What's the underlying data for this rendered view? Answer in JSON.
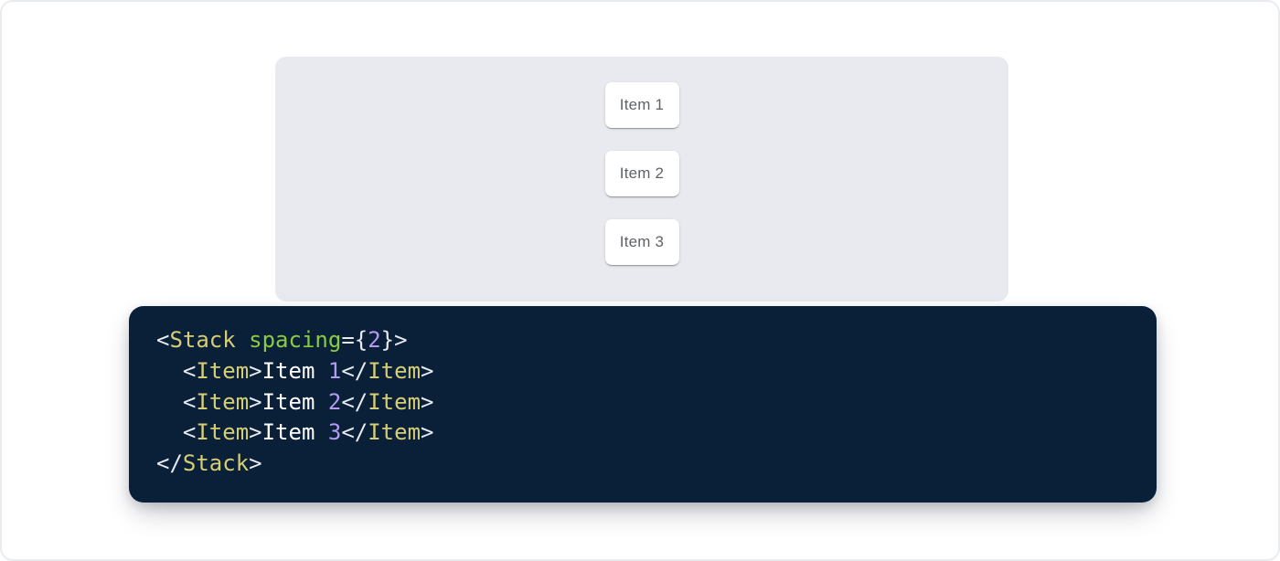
{
  "page": {
    "background": "#ffffff",
    "frame_border_color": "#e9ecef"
  },
  "demo_panel": {
    "background": "#e8eaf0",
    "item_text_color": "#5f6368",
    "items": [
      {
        "label": "Item 1"
      },
      {
        "label": "Item 2"
      },
      {
        "label": "Item 3"
      }
    ]
  },
  "code_block": {
    "background": "#0a1f38",
    "token_colors": {
      "tag": "#d5ce73",
      "attr_name": "#8bcb43",
      "number": "#b29bf0",
      "punctuation": "#e7ebf0",
      "plain": "#ffffff"
    },
    "code_text": "<Stack spacing={2}>\n  <Item>Item 1</Item>\n  <Item>Item 2</Item>\n  <Item>Item 3</Item>\n</Stack>",
    "lines": [
      [
        {
          "type": "punctuation",
          "text": "<"
        },
        {
          "type": "tag",
          "text": "Stack"
        },
        {
          "type": "plain",
          "text": " "
        },
        {
          "type": "attr_name",
          "text": "spacing"
        },
        {
          "type": "punctuation",
          "text": "={"
        },
        {
          "type": "number",
          "text": "2"
        },
        {
          "type": "punctuation",
          "text": "}>"
        }
      ],
      [
        {
          "type": "plain",
          "text": "  "
        },
        {
          "type": "punctuation",
          "text": "<"
        },
        {
          "type": "tag",
          "text": "Item"
        },
        {
          "type": "punctuation",
          "text": ">"
        },
        {
          "type": "plain",
          "text": "Item "
        },
        {
          "type": "number",
          "text": "1"
        },
        {
          "type": "punctuation",
          "text": "</"
        },
        {
          "type": "tag",
          "text": "Item"
        },
        {
          "type": "punctuation",
          "text": ">"
        }
      ],
      [
        {
          "type": "plain",
          "text": "  "
        },
        {
          "type": "punctuation",
          "text": "<"
        },
        {
          "type": "tag",
          "text": "Item"
        },
        {
          "type": "punctuation",
          "text": ">"
        },
        {
          "type": "plain",
          "text": "Item "
        },
        {
          "type": "number",
          "text": "2"
        },
        {
          "type": "punctuation",
          "text": "</"
        },
        {
          "type": "tag",
          "text": "Item"
        },
        {
          "type": "punctuation",
          "text": ">"
        }
      ],
      [
        {
          "type": "plain",
          "text": "  "
        },
        {
          "type": "punctuation",
          "text": "<"
        },
        {
          "type": "tag",
          "text": "Item"
        },
        {
          "type": "punctuation",
          "text": ">"
        },
        {
          "type": "plain",
          "text": "Item "
        },
        {
          "type": "number",
          "text": "3"
        },
        {
          "type": "punctuation",
          "text": "</"
        },
        {
          "type": "tag",
          "text": "Item"
        },
        {
          "type": "punctuation",
          "text": ">"
        }
      ],
      [
        {
          "type": "punctuation",
          "text": "</"
        },
        {
          "type": "tag",
          "text": "Stack"
        },
        {
          "type": "punctuation",
          "text": ">"
        }
      ]
    ]
  }
}
